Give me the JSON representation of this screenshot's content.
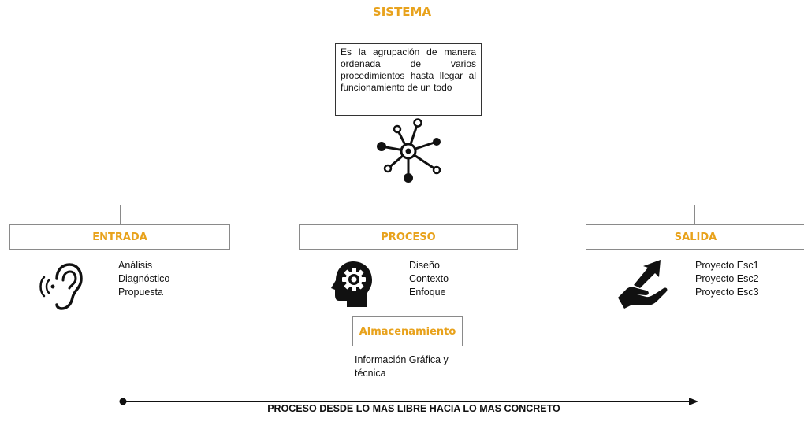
{
  "title": "SISTEMA",
  "definition": "Es la agrupación de manera ordenada de varios procedimientos hasta llegar al funcionamiento de un todo",
  "categories": {
    "entrada": {
      "label": "ENTRADA",
      "icon": "ear-icon",
      "items": [
        "Análisis",
        "Diagnóstico",
        "Propuesta"
      ]
    },
    "proceso": {
      "label": "PROCESO",
      "icon": "head-gear-icon",
      "items": [
        "Diseño",
        "Contexto",
        "Enfoque"
      ]
    },
    "salida": {
      "label": "SALIDA",
      "icon": "hand-arrow-icon",
      "items": [
        "Proyecto Esc1",
        "Proyecto Esc2",
        "Proyecto Esc3"
      ]
    }
  },
  "storage": {
    "label": "Almacenamiento",
    "description": "Información Gráfica y técnica"
  },
  "footer": "PROCESO DESDE LO MAS LIBRE HACIA LO MAS CONCRETO",
  "colors": {
    "accent": "#e8a21c",
    "line": "#8a8a8a",
    "ink": "#111111"
  }
}
